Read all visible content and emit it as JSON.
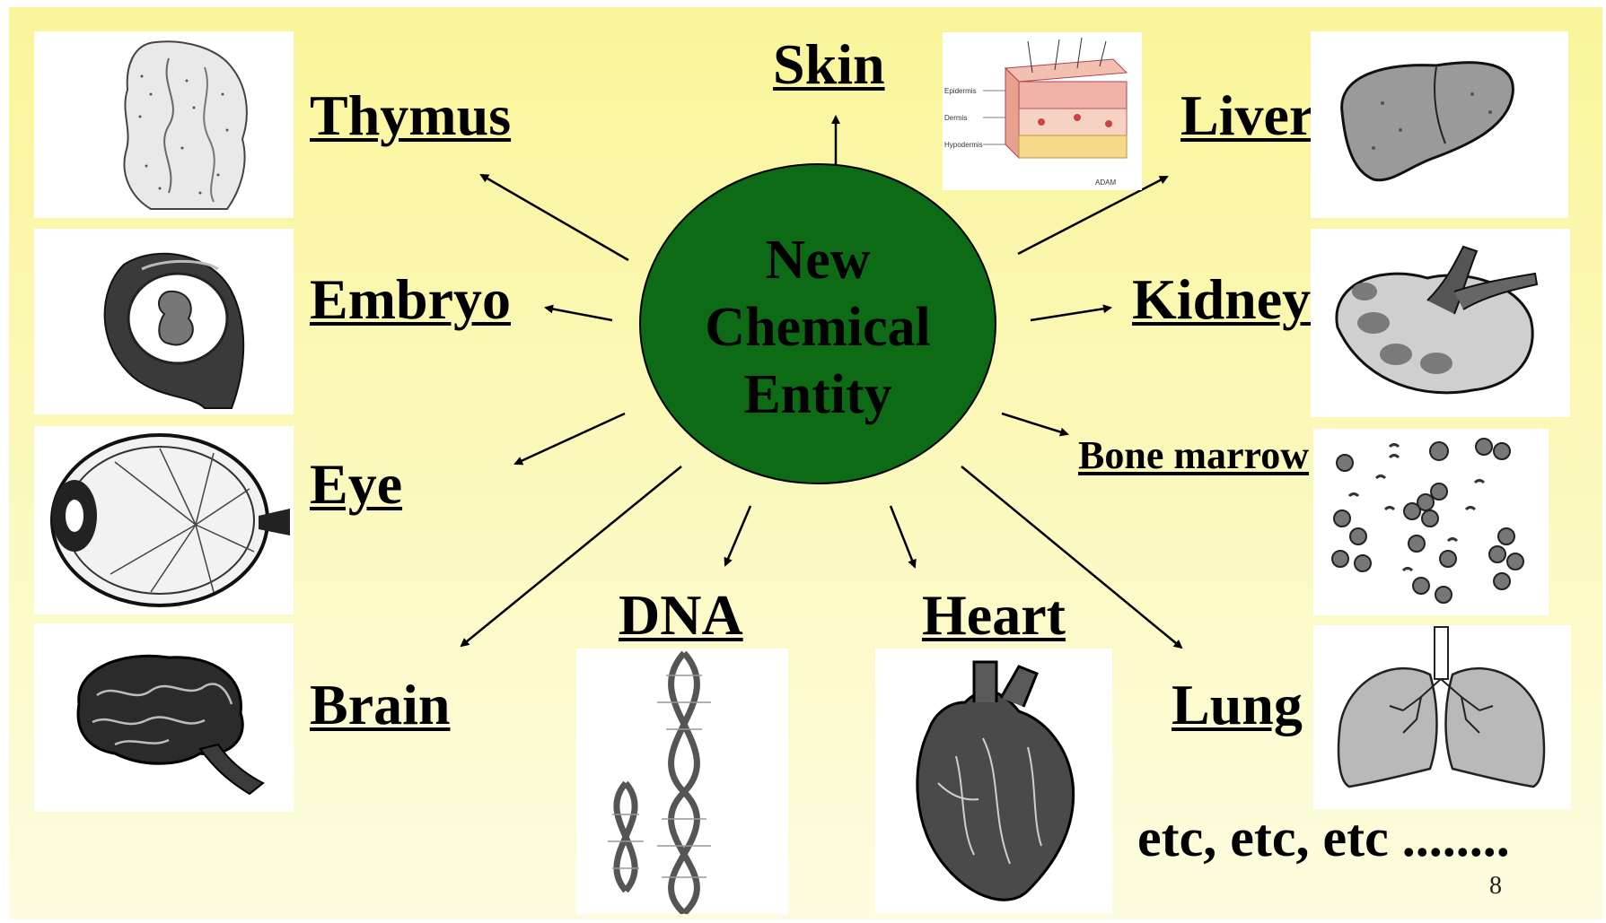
{
  "center": {
    "lines": [
      "New",
      "Chemical",
      "Entity"
    ],
    "color": "#0e6b15"
  },
  "labels": {
    "skin": "Skin",
    "thymus": "Thymus",
    "liver": "Liver",
    "embryo": "Embryo",
    "kidney": "Kidney",
    "eye": "Eye",
    "bone_marrow": "Bone marrow",
    "dna": "DNA",
    "heart": "Heart",
    "brain": "Brain",
    "lung": "Lung"
  },
  "skin_figure": {
    "layers": [
      "Epidermis",
      "Dermis",
      "Hypodermis"
    ],
    "credit": "ADAM"
  },
  "footer": {
    "etc": "etc, etc, etc ........",
    "page_number": "8"
  },
  "icons": [
    "thymus-icon",
    "embryo-icon",
    "eye-icon",
    "brain-icon",
    "skin-icon",
    "liver-icon",
    "kidney-icon",
    "bone-marrow-icon",
    "lung-icon",
    "dna-icon",
    "heart-icon"
  ]
}
